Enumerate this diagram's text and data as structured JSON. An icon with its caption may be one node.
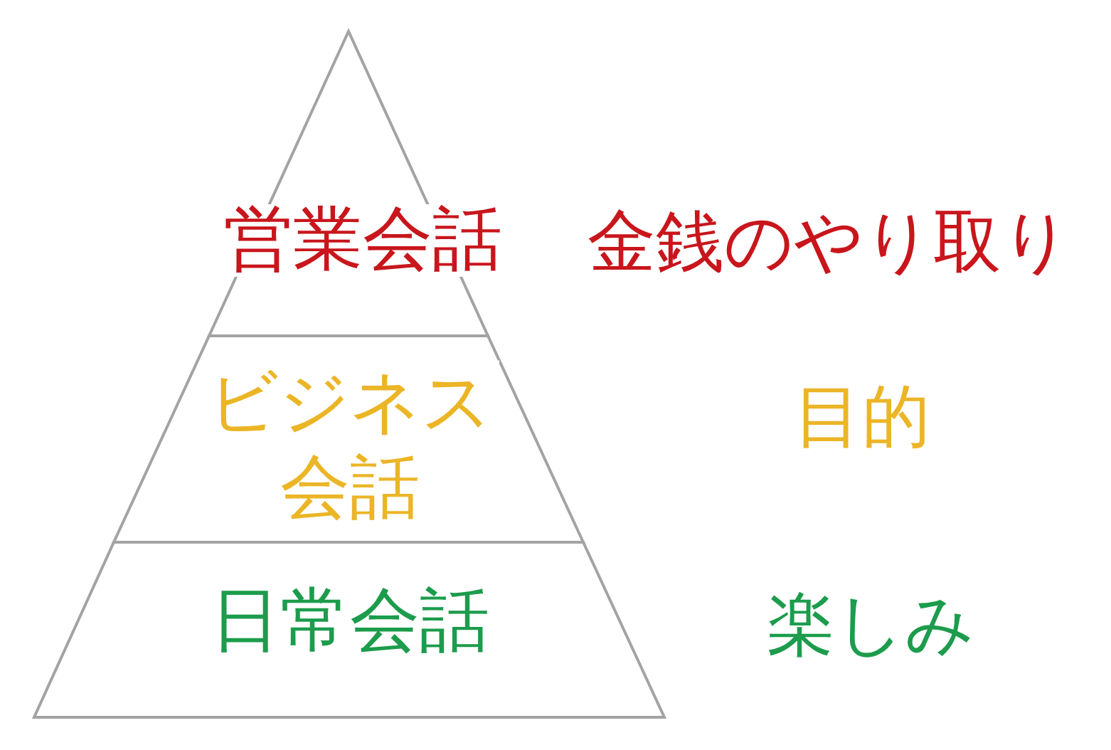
{
  "diagram": {
    "nodes": [
      {
        "text": [
          "営業会話"
        ]
      },
      {
        "text": [
          "ビジネス会話"
        ]
      },
      {
        "text": [
          "日常会話"
        ]
      }
    ],
    "labels": [
      "金銭のやり取り",
      "目的",
      "楽しみ"
    ]
  }
}
